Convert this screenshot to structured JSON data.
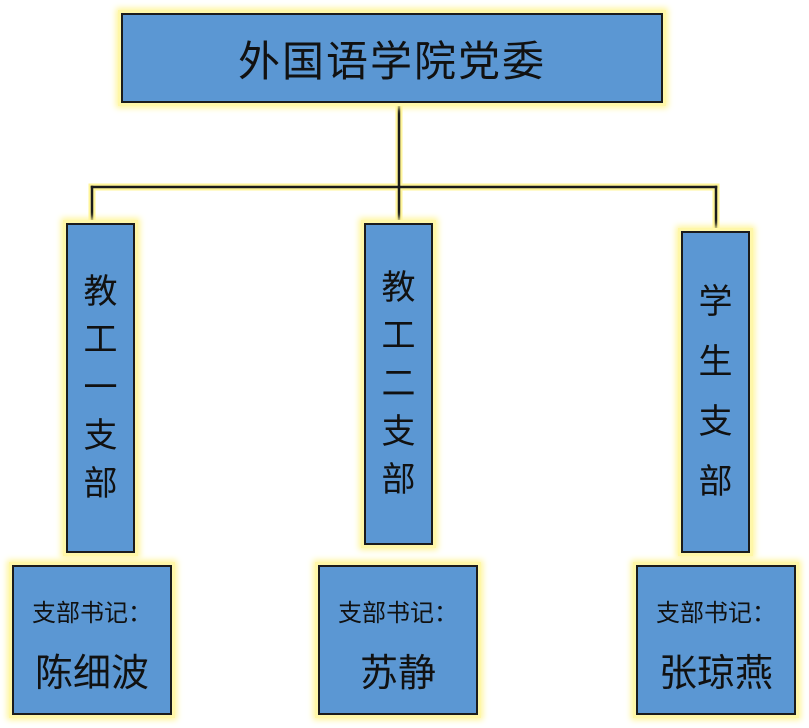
{
  "root": {
    "label": "外国语学院党委"
  },
  "branches": [
    {
      "chars": [
        "教",
        "工",
        "一",
        "支",
        "部"
      ],
      "secretary_label": "支部书记：",
      "secretary_name": "陈细波"
    },
    {
      "chars": [
        "教",
        "工",
        "二",
        "支",
        "部"
      ],
      "secretary_label": "支部书记：",
      "secretary_name": "苏静"
    },
    {
      "chars": [
        "学",
        "生",
        "支",
        "部"
      ],
      "secretary_label": "支部书记：",
      "secretary_name": "张琼燕"
    }
  ],
  "colors": {
    "box_fill": "#5b97d3",
    "box_glow": "#fff59a",
    "border": "#1b1b1b"
  }
}
